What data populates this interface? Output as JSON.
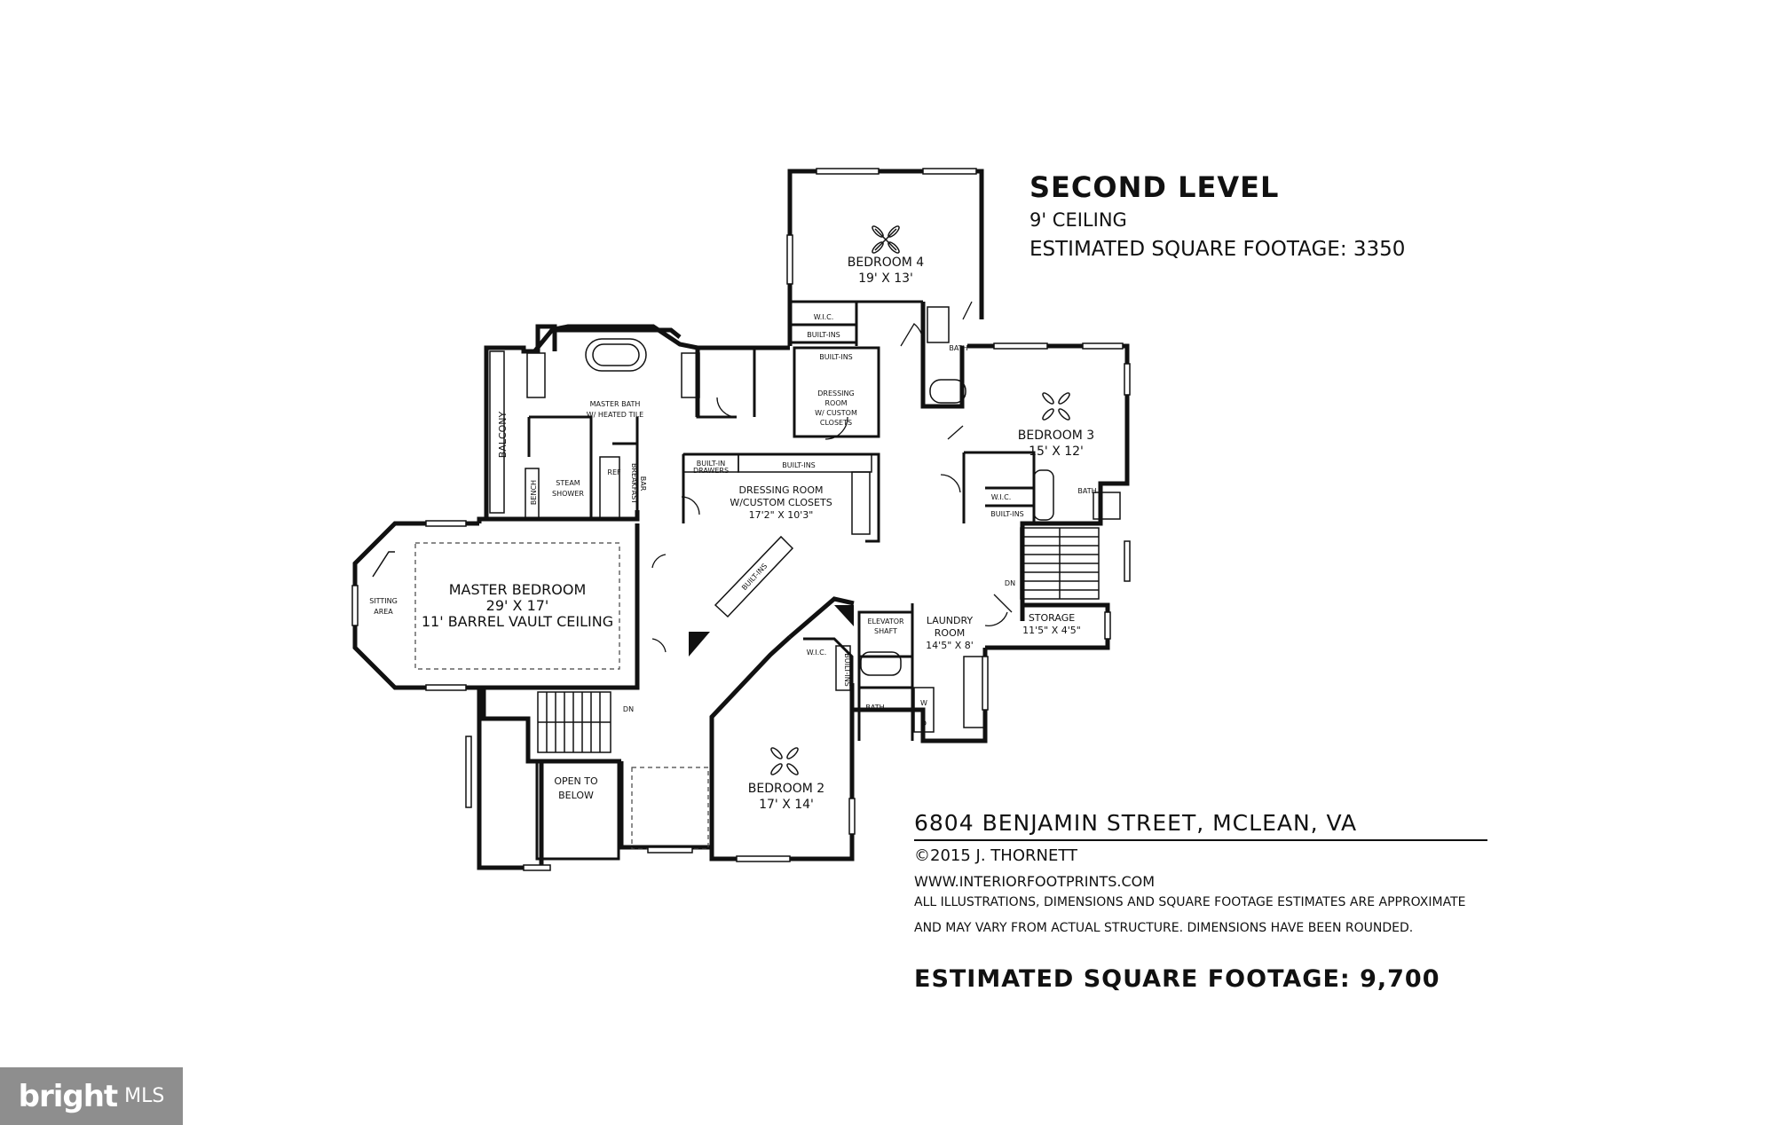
{
  "header": {
    "level_title": "SECOND LEVEL",
    "ceiling": "9' CEILING",
    "level_sqft": "ESTIMATED SQUARE FOOTAGE: 3350"
  },
  "rooms": {
    "bedroom4": {
      "name": "BEDROOM 4",
      "size": "19' X 13'"
    },
    "bedroom3": {
      "name": "BEDROOM 3",
      "size": "15' X 12'"
    },
    "bedroom2": {
      "name": "BEDROOM 2",
      "size": "17' X 14'"
    },
    "master_bedroom": {
      "name": "MASTER BEDROOM",
      "size": "29' X 17'",
      "note": "11' BARREL VAULT CEILING"
    },
    "master_bath": {
      "line1": "MASTER BATH",
      "line2": "W/ HEATED TILE"
    },
    "dressing_room_main": {
      "line1": "DRESSING ROOM",
      "line2": "W/CUSTOM CLOSETS",
      "size": "17'2\" X 10'3\""
    },
    "dressing_room_small": {
      "line1": "DRESSING",
      "line2": "ROOM",
      "line3": "W/ CUSTOM",
      "line4": "CLOSETS"
    },
    "laundry": {
      "line1": "LAUNDRY",
      "line2": "ROOM",
      "size": "14'5\" X 8'"
    },
    "storage": {
      "name": "STORAGE",
      "size": "11'5\" X 4'5\""
    },
    "elevator": {
      "line1": "ELEVATOR",
      "line2": "SHAFT"
    },
    "steam_shower": {
      "line1": "STEAM",
      "line2": "SHOWER"
    },
    "open_to_below": {
      "line1": "OPEN TO",
      "line2": "BELOW"
    },
    "sitting_area": {
      "line1": "SITTING",
      "line2": "AREA"
    },
    "balcony": "BALCONY",
    "breakfast_bar": {
      "line1": "BREAKFAST",
      "line2": "BAR"
    }
  },
  "labels": {
    "wic": "W.I.C.",
    "builtins": "BUILT-INS",
    "bath": "BATH",
    "bench": "BENCH",
    "ref": "REF",
    "builtin_drawers_1": "BUILT-IN",
    "builtin_drawers_2": "DRAWERS",
    "dn": "DN",
    "washer": "W",
    "dryer": "D"
  },
  "footer": {
    "address": "6804 BENJAMIN STREET, MCLEAN, VA",
    "copyright": "©2015 J. THORNETT",
    "website": "WWW.INTERIORFOOTPRINTS.COM",
    "disclaimer_line1": "ALL ILLUSTRATIONS, DIMENSIONS AND SQUARE FOOTAGE ESTIMATES ARE APPROXIMATE",
    "disclaimer_line2": "AND MAY VARY FROM ACTUAL STRUCTURE. DIMENSIONS HAVE BEEN ROUNDED.",
    "total_sqft": "ESTIMATED SQUARE FOOTAGE: 9,700"
  },
  "badge": {
    "logo": "bright",
    "suffix": "MLS"
  },
  "colors": {
    "ink": "#111111",
    "badge": "#8e8e8e"
  }
}
